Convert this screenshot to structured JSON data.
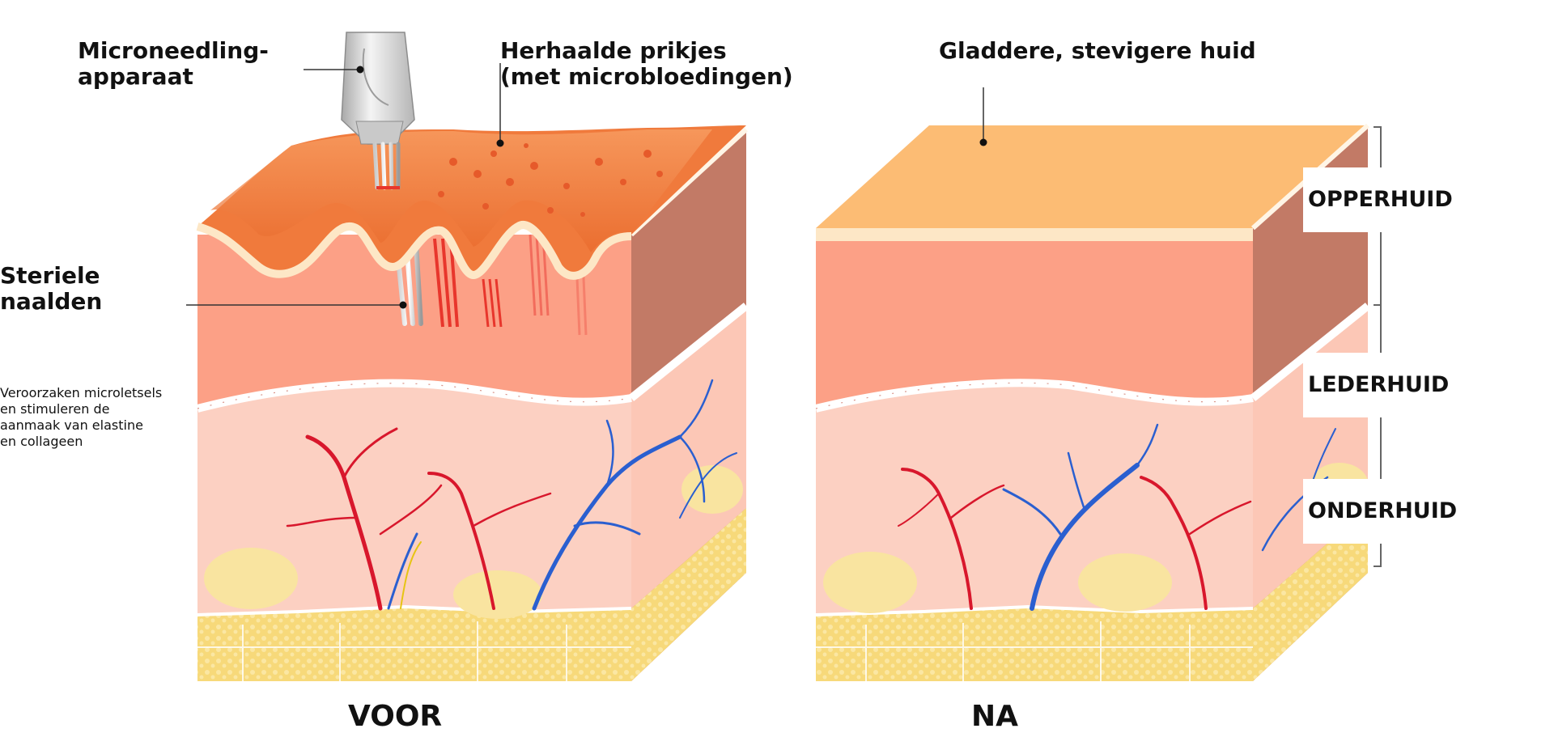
{
  "labels": {
    "device": [
      "Microneedling-",
      "apparaat"
    ],
    "pricks": [
      "Herhaalde prikjes",
      "(met microbloedingen)"
    ],
    "needles": [
      "Steriele",
      "naalden"
    ],
    "effect": [
      "Veroorzaken microletsels",
      "en stimuleren de",
      "aanmaak van elastine",
      "en collageen"
    ],
    "result": "Gladdere, stevigere huid"
  },
  "layers": {
    "epidermis": "OPPERHUID",
    "dermis": "LEDERHUID",
    "hypodermis": "ONDERHUID"
  },
  "captions": {
    "before": "VOOR",
    "after": "NA"
  },
  "colors": {
    "epidermis_before": "#f07a3c",
    "epidermis_after": "#fcbc74",
    "epidermis_band": "#fca086",
    "dermis": "#fcd0c2",
    "fat": "#f7d97a",
    "artery": "#d8172c",
    "vein": "#2a5fd0"
  }
}
